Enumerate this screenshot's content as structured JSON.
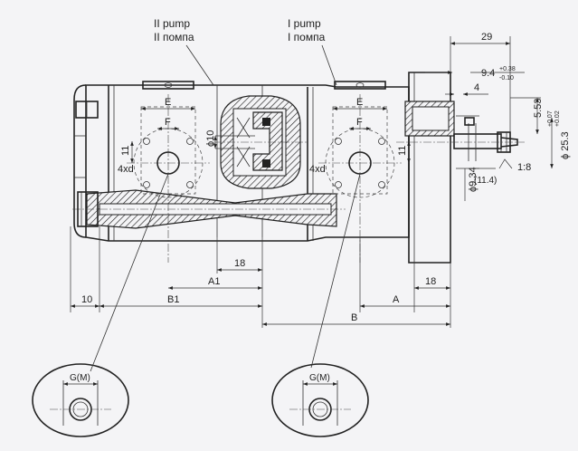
{
  "labels": {
    "pump2_en": "II pump",
    "pump2_ru": "II помпа",
    "pump1_en": "I pump",
    "pump1_ru": "I помпа",
    "port_e": "E",
    "port_f": "F",
    "port_11": "11",
    "port_4xd": "4xd",
    "g_m": "G(M)"
  },
  "dimensions": {
    "d29": "29",
    "d9_4": "9.4",
    "d9_4_tol_upper": "+0.38",
    "d9_4_tol_lower": "-0.10",
    "d4": "4",
    "d5_53": "5.53",
    "d25_3": "ϕ 25.3",
    "d25_3_tol_upper": "+0.07",
    "d25_3_tol_lower": "+0.02",
    "taper": "1:8",
    "d9_34": "ϕ9.34",
    "d11_4": "(11.4)",
    "d10_phi": "ϕ10",
    "d18_a": "18",
    "d18_b": "18",
    "a1": "A1",
    "b1": "B1",
    "d10": "10",
    "a": "A",
    "b": "B"
  }
}
